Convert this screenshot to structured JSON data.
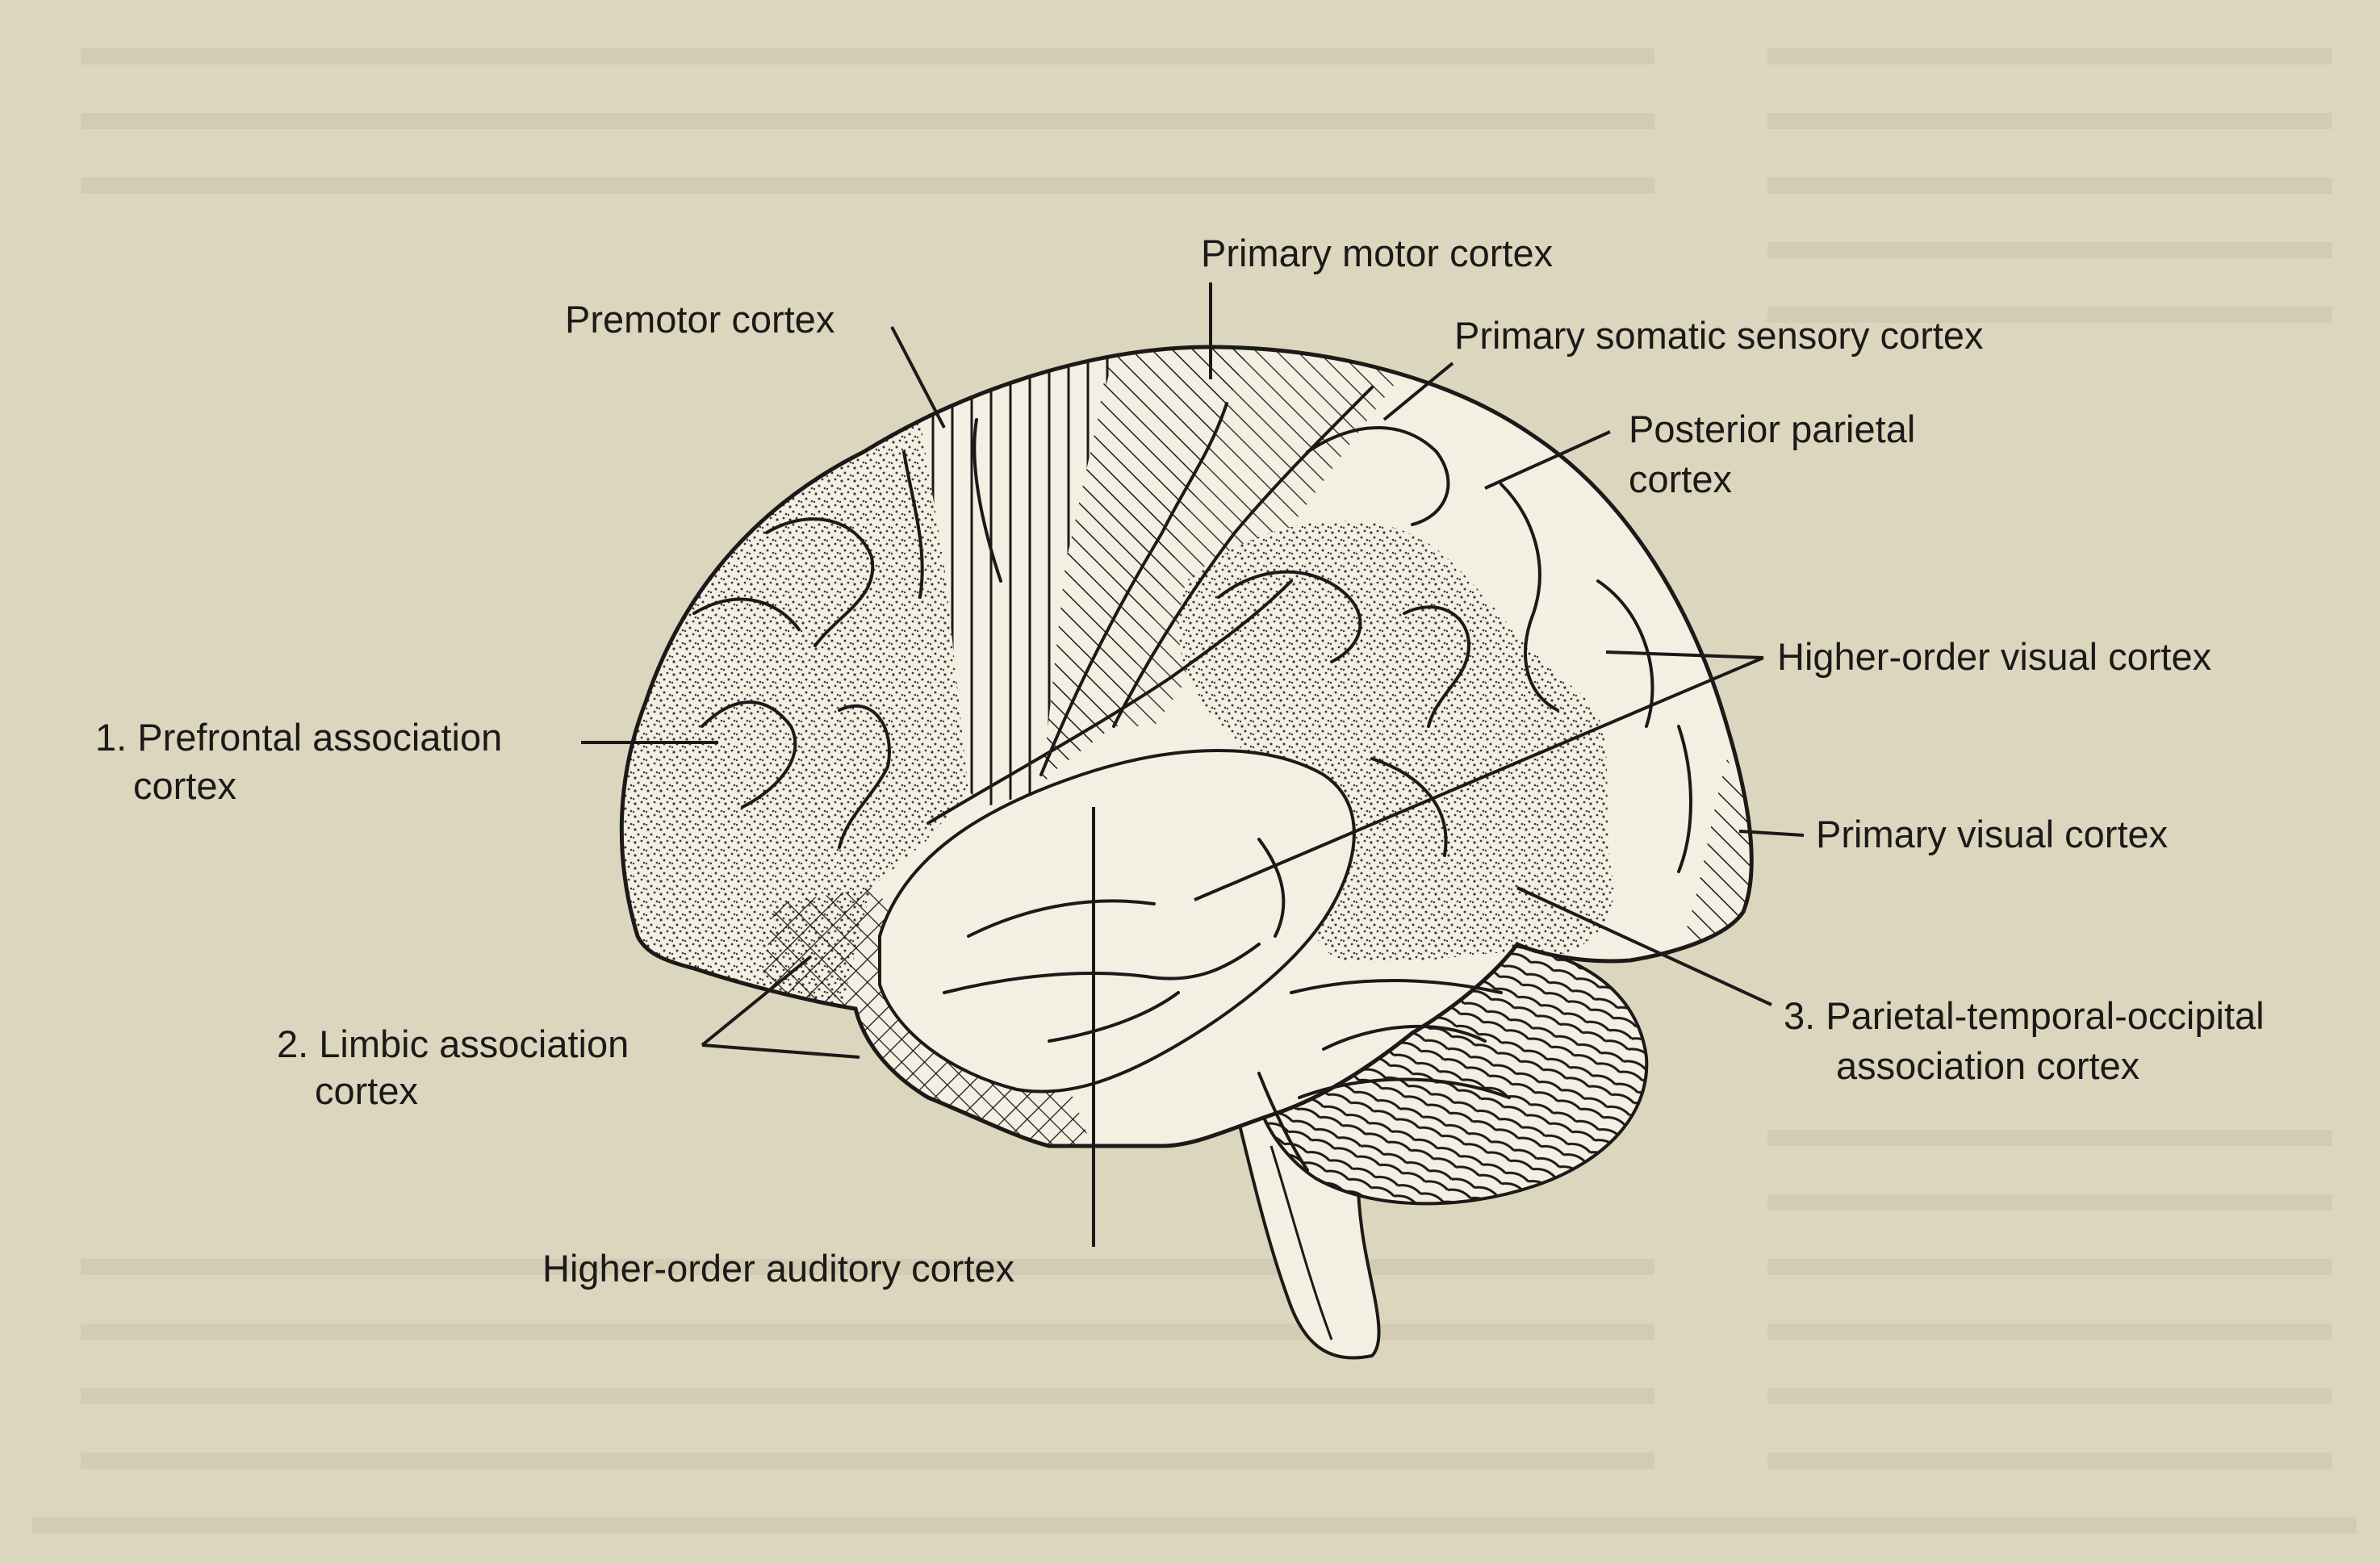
{
  "diagram": {
    "labels": {
      "primary_motor": "Primary motor cortex",
      "premotor": "Premotor cortex",
      "primary_somatic": "Primary somatic sensory cortex",
      "posterior_parietal_1": "Posterior parietal",
      "posterior_parietal_2": "cortex",
      "higher_visual": "Higher-order visual cortex",
      "prefrontal_1": "1. Prefrontal association",
      "prefrontal_2": "cortex",
      "primary_visual": "Primary visual cortex",
      "limbic_1": "2. Limbic association",
      "limbic_2": "cortex",
      "pto_1": "3. Parietal-temporal-occipital",
      "pto_2": "association cortex",
      "higher_auditory": "Higher-order auditory cortex"
    },
    "colors": {
      "page": "#ddd6bf",
      "ink": "#1b1a18",
      "bleed_through_text": "#b9b29d",
      "brain_fill": "#f3efe3"
    }
  }
}
